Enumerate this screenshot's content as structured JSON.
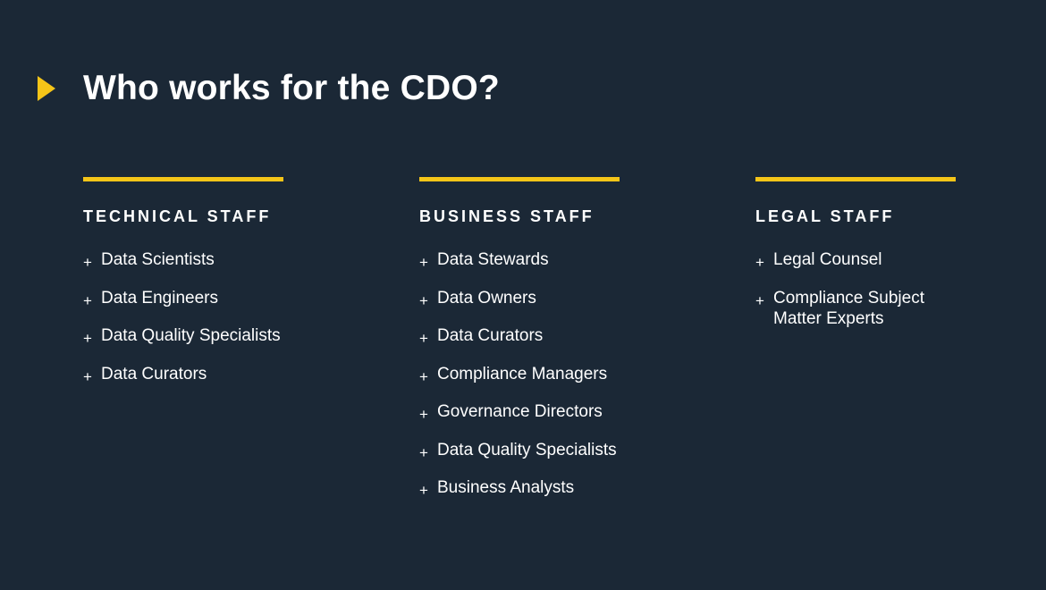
{
  "slide": {
    "title": "Who works for the CDO?"
  },
  "colors": {
    "background": "#1b2836",
    "accent": "#f5c518",
    "text": "#ffffff"
  },
  "icons": {
    "title_marker": "play-triangle-icon",
    "bullet": "plus-icon"
  },
  "columns": [
    {
      "heading": "TECHNICAL STAFF",
      "items": [
        "Data Scientists",
        "Data Engineers",
        "Data Quality Specialists",
        "Data Curators"
      ]
    },
    {
      "heading": "BUSINESS STAFF",
      "items": [
        "Data Stewards",
        "Data Owners",
        "Data Curators",
        "Compliance Managers",
        "Governance Directors",
        "Data Quality Specialists",
        "Business Analysts"
      ]
    },
    {
      "heading": "LEGAL STAFF",
      "items": [
        "Legal Counsel",
        "Compliance Subject Matter Experts"
      ]
    }
  ]
}
